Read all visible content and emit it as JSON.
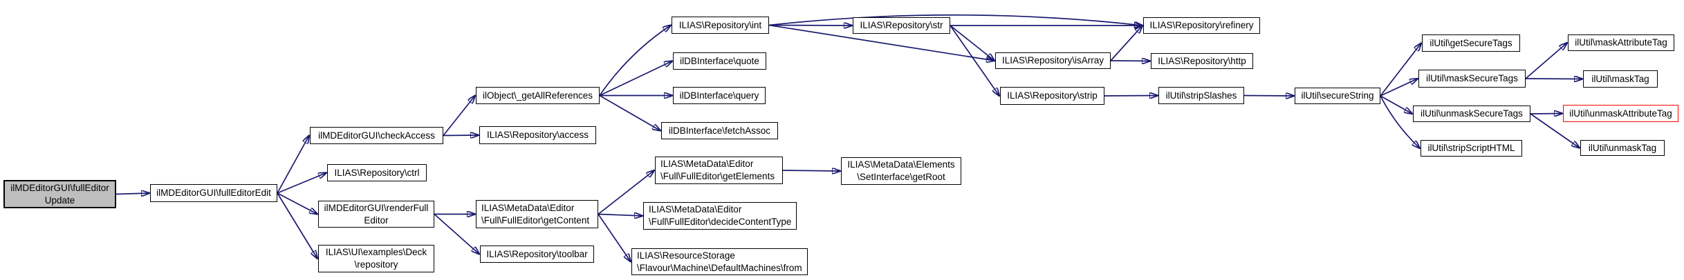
{
  "diagram": {
    "type": "doxygen-call-graph",
    "colors": {
      "background": "#ffffff",
      "edge": "#191970",
      "node_border": "#000000",
      "node_fill": "#ffffff",
      "start_node_fill": "#bfbfbf",
      "highlight_border": "#ff0000",
      "text": "#000000"
    },
    "nodes": {
      "fullEditorUpdate": {
        "label": "ilMDEditorGUI\\fullEditor\nUpdate"
      },
      "fullEditorEdit": {
        "label": "ilMDEditorGUI\\fullEditorEdit"
      },
      "checkAccess": {
        "label": "ilMDEditorGUI\\checkAccess"
      },
      "ctrl": {
        "label": "ILIAS\\Repository\\ctrl"
      },
      "renderFullEditor": {
        "label": "ilMDEditorGUI\\renderFull\nEditor"
      },
      "deckRepository": {
        "label": "ILIAS\\UI\\examples\\Deck\n\\repository"
      },
      "getAllReferences": {
        "label": "ilObject\\_getAllReferences"
      },
      "access": {
        "label": "ILIAS\\Repository\\access"
      },
      "getContent": {
        "label": "ILIAS\\MetaData\\Editor\n\\Full\\FullEditor\\getContent"
      },
      "toolbar": {
        "label": "ILIAS\\Repository\\toolbar"
      },
      "int": {
        "label": "ILIAS\\Repository\\int"
      },
      "quote": {
        "label": "ilDBInterface\\quote"
      },
      "query": {
        "label": "ilDBInterface\\query"
      },
      "fetchAssoc": {
        "label": "ilDBInterface\\fetchAssoc"
      },
      "getElements": {
        "label": "ILIAS\\MetaData\\Editor\n\\Full\\FullEditor\\getElements"
      },
      "decideContentType": {
        "label": "ILIAS\\MetaData\\Editor\n\\Full\\FullEditor\\decideContentType"
      },
      "resourceFrom": {
        "label": "ILIAS\\ResourceStorage\n\\Flavour\\Machine\\DefaultMachines\\from"
      },
      "str": {
        "label": "ILIAS\\Repository\\str"
      },
      "getRoot": {
        "label": "ILIAS\\MetaData\\Elements\n\\SetInterface\\getRoot"
      },
      "isArray": {
        "label": "ILIAS\\Repository\\isArray"
      },
      "strip": {
        "label": "ILIAS\\Repository\\strip"
      },
      "refinery": {
        "label": "ILIAS\\Repository\\refinery"
      },
      "http": {
        "label": "ILIAS\\Repository\\http"
      },
      "stripSlashes": {
        "label": "ilUtil\\stripSlashes"
      },
      "secureString": {
        "label": "ilUtil\\secureString"
      },
      "getSecureTags": {
        "label": "ilUtil\\getSecureTags"
      },
      "maskSecureTags": {
        "label": "ilUtil\\maskSecureTags"
      },
      "unmaskSecureTags": {
        "label": "ilUtil\\unmaskSecureTags"
      },
      "stripScriptHTML": {
        "label": "ilUtil\\stripScriptHTML"
      },
      "maskAttributeTag": {
        "label": "ilUtil\\maskAttributeTag"
      },
      "maskTag": {
        "label": "ilUtil\\maskTag"
      },
      "unmaskAttributeTag": {
        "label": "ilUtil\\unmaskAttributeTag"
      },
      "unmaskTag": {
        "label": "ilUtil\\unmaskTag"
      }
    },
    "edges": [
      {
        "from": "fullEditorUpdate",
        "to": "fullEditorEdit"
      },
      {
        "from": "fullEditorEdit",
        "to": "checkAccess"
      },
      {
        "from": "fullEditorEdit",
        "to": "ctrl"
      },
      {
        "from": "fullEditorEdit",
        "to": "renderFullEditor"
      },
      {
        "from": "fullEditorEdit",
        "to": "deckRepository"
      },
      {
        "from": "checkAccess",
        "to": "getAllReferences"
      },
      {
        "from": "checkAccess",
        "to": "access"
      },
      {
        "from": "getAllReferences",
        "to": "int"
      },
      {
        "from": "getAllReferences",
        "to": "quote"
      },
      {
        "from": "getAllReferences",
        "to": "query"
      },
      {
        "from": "getAllReferences",
        "to": "fetchAssoc"
      },
      {
        "from": "int",
        "to": "str"
      },
      {
        "from": "int",
        "to": "refinery"
      },
      {
        "from": "int",
        "to": "isArray"
      },
      {
        "from": "str",
        "to": "refinery"
      },
      {
        "from": "str",
        "to": "isArray"
      },
      {
        "from": "str",
        "to": "strip"
      },
      {
        "from": "isArray",
        "to": "refinery"
      },
      {
        "from": "isArray",
        "to": "http"
      },
      {
        "from": "strip",
        "to": "stripSlashes"
      },
      {
        "from": "stripSlashes",
        "to": "secureString"
      },
      {
        "from": "secureString",
        "to": "getSecureTags"
      },
      {
        "from": "secureString",
        "to": "maskSecureTags"
      },
      {
        "from": "secureString",
        "to": "unmaskSecureTags"
      },
      {
        "from": "secureString",
        "to": "stripScriptHTML"
      },
      {
        "from": "maskSecureTags",
        "to": "maskAttributeTag"
      },
      {
        "from": "maskSecureTags",
        "to": "maskTag"
      },
      {
        "from": "unmaskSecureTags",
        "to": "unmaskAttributeTag"
      },
      {
        "from": "unmaskSecureTags",
        "to": "unmaskTag"
      },
      {
        "from": "renderFullEditor",
        "to": "getContent"
      },
      {
        "from": "renderFullEditor",
        "to": "toolbar"
      },
      {
        "from": "getContent",
        "to": "getElements"
      },
      {
        "from": "getContent",
        "to": "decideContentType"
      },
      {
        "from": "getContent",
        "to": "resourceFrom"
      },
      {
        "from": "getElements",
        "to": "getRoot"
      }
    ]
  }
}
